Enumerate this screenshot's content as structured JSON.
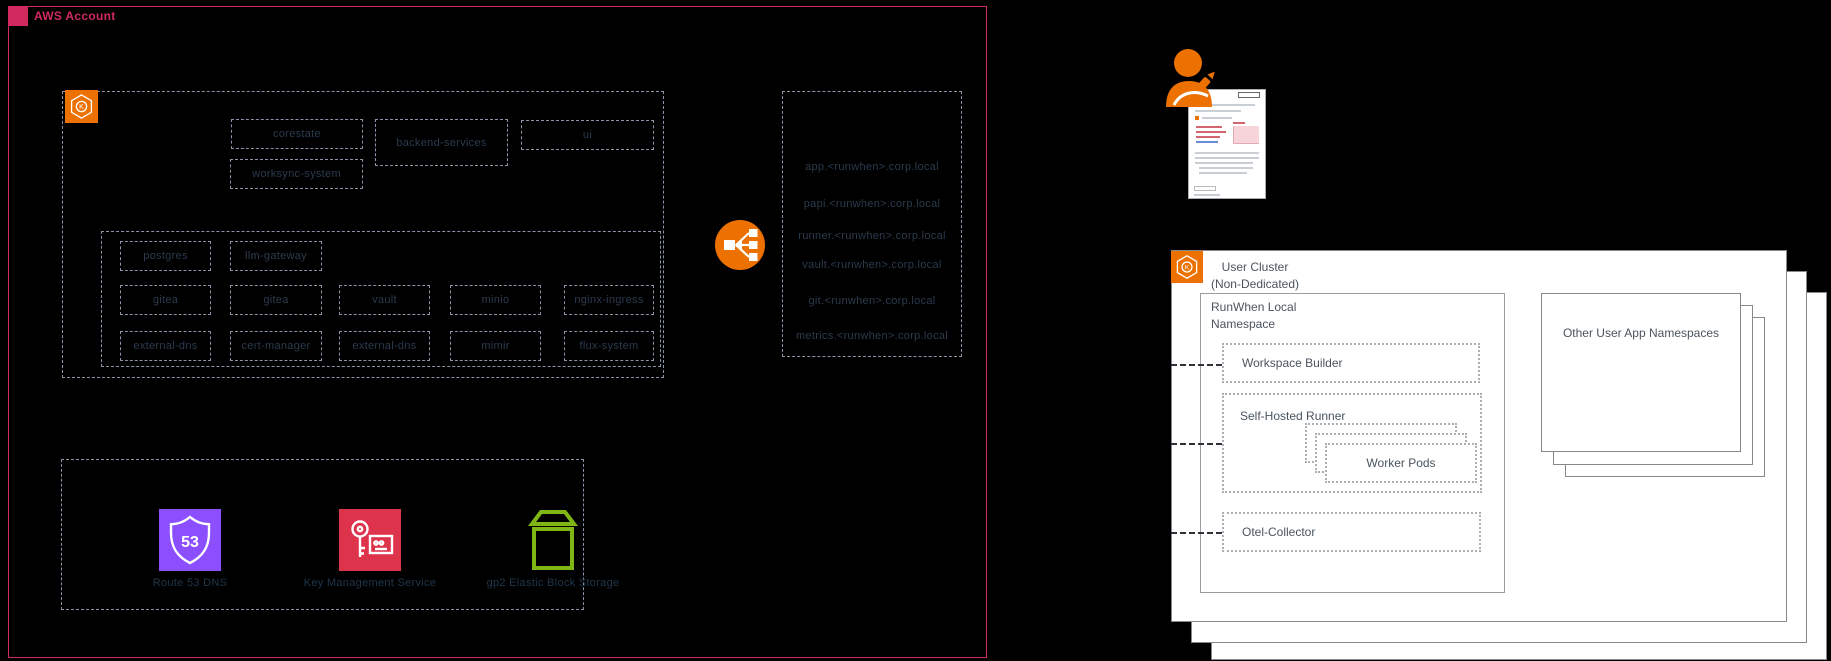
{
  "diagram": {
    "aws_account": {
      "label": "AWS Account",
      "eks_cluster": {
        "icon": "eks-cluster-icon",
        "eks_letter": "K",
        "top_boxes": [
          "corestate",
          "backend-services",
          "ui",
          "worksync-system"
        ],
        "grid_rows": [
          [
            "postgres",
            "llm-gateway"
          ],
          [
            "gitea",
            "gitea",
            "vault",
            "minio",
            "nginx-ingress"
          ],
          [
            "external-dns",
            "cert-manager",
            "external-dns",
            "mimir",
            "flux-system"
          ]
        ]
      },
      "load_balancer_icon": "load-balancer-icon",
      "dns_zone": {
        "records": [
          "app.<runwhen>.corp.local",
          "papi.<runwhen>.corp.local",
          "runner.<runwhen>.corp.local",
          "vault.<runwhen>.corp.local",
          "git.<runwhen>.corp.local",
          "metrics.<runwhen>.corp.local"
        ]
      },
      "services": [
        {
          "name": "Route 53 DNS",
          "icon": "route-53-shield-icon",
          "badge": "53",
          "color": "#8C4FFF"
        },
        {
          "name": "Key Management Service",
          "icon": "key-card-icon",
          "color": "#DD344C"
        },
        {
          "name": "gp2 Elastic Block Storage",
          "icon": "storage-volume-icon",
          "color": "#7FB515"
        }
      ]
    },
    "user_cluster": {
      "icon": "eks-cluster-icon",
      "eks_letter": "K",
      "title_line1": "User Cluster",
      "title_line2": "(Non-Dedicated)",
      "runwhen_namespace": {
        "label_line1": "RunWhen Local",
        "label_line2": "Namespace",
        "workspace_builder": "Workspace Builder",
        "self_hosted_runner": "Self-Hosted Runner",
        "worker_pods": "Worker Pods",
        "otel_collector": "Otel-Collector"
      },
      "other_namespaces": "Other User App Namespaces"
    },
    "author_figure": {
      "person_icon": "person-writing-icon",
      "document_icon": "document-thumbnail"
    },
    "colors": {
      "accent_pink": "#D02A5E",
      "accent_orange": "#ED7100",
      "dark_text": "#2B3B4E",
      "dashed_border": "#8A94A6"
    }
  }
}
